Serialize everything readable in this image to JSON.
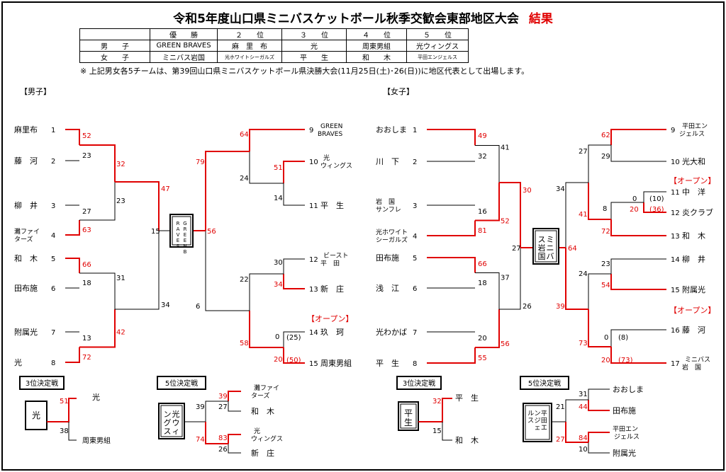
{
  "title": "令和5年度山口県ミニバスケットボール秋季交歓会東部地区大会",
  "title_result": "結果",
  "summary": {
    "headers": [
      "",
      "優　　勝",
      "２　　位",
      "３　　位",
      "４　　位",
      "５　　位"
    ],
    "rows": [
      [
        "男　　子",
        "GREEN BRAVES",
        "麻　里　布",
        "光",
        "周東男組",
        "光ウィングス"
      ],
      [
        "女　　子",
        "ミニバス岩国",
        "光ホワイトシーガルズ",
        "平　　生",
        "和　　木",
        "平田エンジェルス"
      ]
    ]
  },
  "note": "※ 上記男女各5チームは、第39回山口県ミニバスケットボール県決勝大会(11月25日(土)･26(日))に地区代表として出場します。",
  "boys": {
    "label": "【男子】",
    "champion": "GREEN BRAVES",
    "left_teams": [
      {
        "n": "1",
        "name": [
          "麻里布"
        ]
      },
      {
        "n": "2",
        "name": [
          "藤　河"
        ]
      },
      {
        "n": "3",
        "name": [
          "柳　井"
        ]
      },
      {
        "n": "4",
        "name": [
          "灘ファイ",
          "ターズ"
        ]
      },
      {
        "n": "5",
        "name": [
          "和　木"
        ]
      },
      {
        "n": "6",
        "name": [
          "田布施"
        ]
      },
      {
        "n": "7",
        "name": [
          "附属光"
        ]
      },
      {
        "n": "8",
        "name": [
          "光"
        ]
      }
    ],
    "right_teams": [
      {
        "n": "9",
        "name": [
          "GREEN",
          "BRAVES"
        ]
      },
      {
        "n": "10",
        "name": [
          "光",
          "ウィングス"
        ]
      },
      {
        "n": "11",
        "name": [
          "平　生"
        ]
      },
      {
        "n": "12",
        "name": [
          "ビースト",
          "平　田"
        ]
      },
      {
        "n": "13",
        "name": [
          "新　庄"
        ]
      },
      {
        "n": "14",
        "name": [
          "玖　珂"
        ]
      },
      {
        "n": "15",
        "name": [
          "周東男組"
        ]
      }
    ],
    "open_label": "【オープン】",
    "scores": {
      "l1": "52",
      "l2": "23",
      "l3": "27",
      "l4": "63",
      "l5": "66",
      "l6": "18",
      "l7": "13",
      "l8": "72",
      "l12": "32",
      "l34": "23",
      "l56": "31",
      "l78": "42",
      "lsa": "47",
      "lsb": "34",
      "lf": "15",
      "r9": "64",
      "r1011a": "24",
      "r10": "51",
      "r11": "14",
      "rqa": "79",
      "r1213a": "22",
      "r12": "30",
      "r13": "34",
      "r1415a": "58",
      "r14": "0",
      "r15": "20",
      "r14b": "(25)",
      "r15b": "(50)",
      "rqb": "6",
      "rf": "56"
    },
    "third": {
      "label": "3位決定戦",
      "winner": "光",
      "top_name": "光",
      "top_score": "51",
      "bot_name": "周東男組",
      "bot_score": "38"
    },
    "fifth": {
      "label": "5位決定戦",
      "winner": "光ウィングス",
      "teams": [
        [
          "灘ファイ",
          "ターズ"
        ],
        [
          "和　木"
        ],
        [
          "光",
          "ウィングス"
        ],
        [
          "新　庄"
        ]
      ],
      "s1": "39",
      "s2": "27",
      "s3": "83",
      "s4": "26",
      "sa": "39",
      "sb": "74"
    }
  },
  "girls": {
    "label": "【女子】",
    "champion": "ミニバス岩国",
    "left_teams": [
      {
        "n": "1",
        "name": [
          "おおしま"
        ]
      },
      {
        "n": "2",
        "name": [
          "川　下"
        ]
      },
      {
        "n": "3",
        "name": [
          "岩　国",
          "サンフレ"
        ]
      },
      {
        "n": "4",
        "name": [
          "光ホワイト",
          "シーガルズ"
        ]
      },
      {
        "n": "5",
        "name": [
          "田布施"
        ]
      },
      {
        "n": "6",
        "name": [
          "浅　江"
        ]
      },
      {
        "n": "7",
        "name": [
          "光わかば"
        ]
      },
      {
        "n": "8",
        "name": [
          "平　生"
        ]
      }
    ],
    "right_teams": [
      {
        "n": "9",
        "name": [
          "平田エン",
          "ジェルス"
        ]
      },
      {
        "n": "10",
        "name": [
          "光大和"
        ]
      },
      {
        "n": "11",
        "name": [
          "中　洋"
        ]
      },
      {
        "n": "12",
        "name": [
          "炎クラブ"
        ]
      },
      {
        "n": "13",
        "name": [
          "和　木"
        ]
      },
      {
        "n": "14",
        "name": [
          "柳　井"
        ]
      },
      {
        "n": "15",
        "name": [
          "附属光"
        ]
      },
      {
        "n": "16",
        "name": [
          "藤　河"
        ]
      },
      {
        "n": "17",
        "name": [
          "ミニバス",
          "岩　国"
        ]
      }
    ],
    "open_label": "【オープン】",
    "scores": {
      "l1": "49",
      "l2": "32",
      "l3": "16",
      "l4": "81",
      "l5": "66",
      "l6": "18",
      "l7": "20",
      "l8": "55",
      "l12": "41",
      "l34": "52",
      "l56": "37",
      "l78": "56",
      "lsa": "30",
      "lsb": "26",
      "lf": "27",
      "r9": "62",
      "r10": "29",
      "r910": "27",
      "r11": "0",
      "r12": "20",
      "r11b": "(10)",
      "r12b": "(36)",
      "r1112": "8",
      "r13": "72",
      "r1113": "41",
      "rq1": "34",
      "r14": "23",
      "r15": "54",
      "r1415": "24",
      "r16": "0",
      "r17": "20",
      "r16b": "(8)",
      "r17b": "(73)",
      "r1617": "73",
      "r1417": "39",
      "rf": "64"
    },
    "third": {
      "label": "3位決定戦",
      "winner": "平生",
      "top_name": "平　生",
      "top_score": "32",
      "bot_name": "和　木",
      "bot_score": "15"
    },
    "fifth": {
      "label": "5位決定戦",
      "winner": "平田エンジェルス",
      "teams": [
        [
          "おおしま"
        ],
        [
          "田布施"
        ],
        [
          "平田エン",
          "ジェルス"
        ],
        [
          "附属光"
        ]
      ],
      "s1": "31",
      "s2": "44",
      "s3": "84",
      "s4": "10",
      "sa": "21",
      "sb": "27"
    }
  },
  "colors": {
    "win": "#e00000",
    "line": "#000000"
  }
}
